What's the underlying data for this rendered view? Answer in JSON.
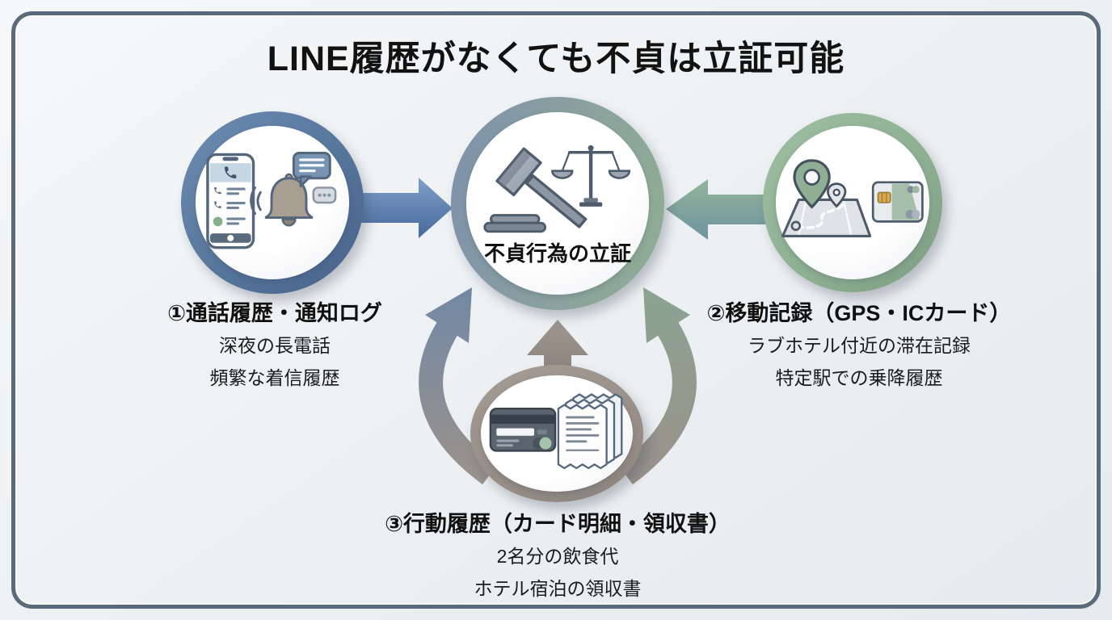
{
  "title": "LINE履歴がなくても不貞は立証可能",
  "center": {
    "label": "不貞行為の立証",
    "icons": [
      "gavel-icon",
      "scales-of-justice-icon"
    ],
    "ring_colors": [
      "#7d92ab",
      "#8fae93"
    ]
  },
  "nodes": [
    {
      "id": "call-log",
      "heading": "①通話履歴・通知ログ",
      "details": [
        "深夜の長電話",
        "頻繁な着信履歴"
      ],
      "ring_color": "#5f7ea7",
      "icons": [
        "smartphone-call-log-icon",
        "notification-bell-icon",
        "chat-bubble-large-icon",
        "chat-bubble-small-icon"
      ]
    },
    {
      "id": "movement",
      "heading": "②移動記録（GPS・ICカード）",
      "details": [
        "ラブホテル付近の滞在記録",
        "特定駅での乗降履歴"
      ],
      "ring_color": "#92b297",
      "icons": [
        "map-route-icon",
        "gps-pin-icon",
        "ic-card-icon"
      ]
    },
    {
      "id": "behavior",
      "heading": "③行動履歴（カード明細・領収書）",
      "details": [
        "2名分の飲食代",
        "ホテル宿泊の領収書"
      ],
      "ring_color": "#9a9089",
      "icons": [
        "credit-card-icon",
        "receipt-stack-icon"
      ]
    }
  ],
  "arrows": {
    "left_to_center_color": "#55799f",
    "right_to_center_color": "#86a78f",
    "bottom_to_center_color": "#98918b",
    "bottom_left_curved_colors": [
      "#7188a6",
      "#9a928b"
    ],
    "bottom_right_curved_colors": [
      "#8aa492",
      "#9a928b"
    ]
  },
  "colors": {
    "frame_border": "#5a6a7a",
    "background": "#eef1f4",
    "text": "#141414"
  }
}
